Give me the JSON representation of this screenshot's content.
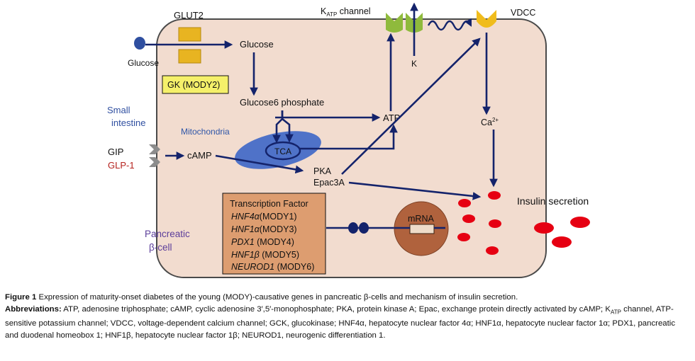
{
  "labels": {
    "glut2": "GLUT2",
    "glucose_out": "Glucose",
    "glucose_in": "Glucose",
    "gk": "GK (MODY2)",
    "g6p": "Glucose6 phosphate",
    "mito": "Mitochondria",
    "tca": "TCA",
    "atp": "ATP",
    "katp_k": "K",
    "katp_sub": "ATP",
    "katp_rest": " channel",
    "k": "K",
    "vdcc": "VDCC",
    "ca": "Ca",
    "ca_sup": "2+",
    "small_intestine_1": "Small",
    "small_intestine_2": "intestine",
    "gip": "GIP",
    "glp1": "GLP-1",
    "camp": "cAMP",
    "pka": "PKA",
    "epac": "Epac3A",
    "insulin": "Insulin secretion",
    "pancreatic_1": "Pancreatic",
    "pancreatic_2": "β-cell",
    "mrna": "mRNA"
  },
  "transcription": {
    "title": "Transcription Factor",
    "items": [
      {
        "gene": "HNF4α",
        "mody": "(MODY1)"
      },
      {
        "gene": "HNF1α",
        "mody": "(MODY3)"
      },
      {
        "gene": "PDX1",
        "mody": " (MODY4)"
      },
      {
        "gene": "HNF1β",
        "mody": " (MODY5)"
      },
      {
        "gene": "NEUROD1",
        "mody": " (MODY6)"
      }
    ]
  },
  "caption": {
    "fig_label": "Figure 1",
    "fig_text": " Expression of maturity-onset diabetes of the young (MODY)-causative genes in pancreatic β-cells and mechanism of insulin secretion.",
    "abbr_label": "Abbreviations:",
    "abbr_text": " ATP, adenosine triphosphate; cAMP, cyclic adenosine 3′,5′-monophosphate; PKA, protein kinase A; Epac, exchange protein directly activated by cAMP; K",
    "abbr_sub": "ATP",
    "abbr_text2": " channel, ATP-sensitive potassium channel; VDCC, voltage-dependent calcium channel; GCK, glucokinase; HNF4α, hepatocyte nuclear factor 4α; HNF1α, hepatocyte nuclear factor 1α; PDX1, pancreatic and duodenal homeobox 1; HNF1β, hepatocyte nuclear factor 1β; NEUROD1, neurogenic differentiation 1."
  },
  "colors": {
    "cell_fill": "#f2dccf",
    "cell_stroke": "#4a4a4a",
    "arrow": "#14236b",
    "gk_fill": "#f5f06a",
    "glut_fill": "#e8b421",
    "channel_green": "#8fba3c",
    "vdcc_yellow": "#f0bc1c",
    "mito_fill": "#4f72c8",
    "tf_fill": "#dd9d70",
    "mrna_fill": "#b0623d",
    "granule": "#e60012",
    "glp1_red": "#b5221e",
    "purple": "#5b3d9a",
    "blue_text": "#2f56a8"
  }
}
